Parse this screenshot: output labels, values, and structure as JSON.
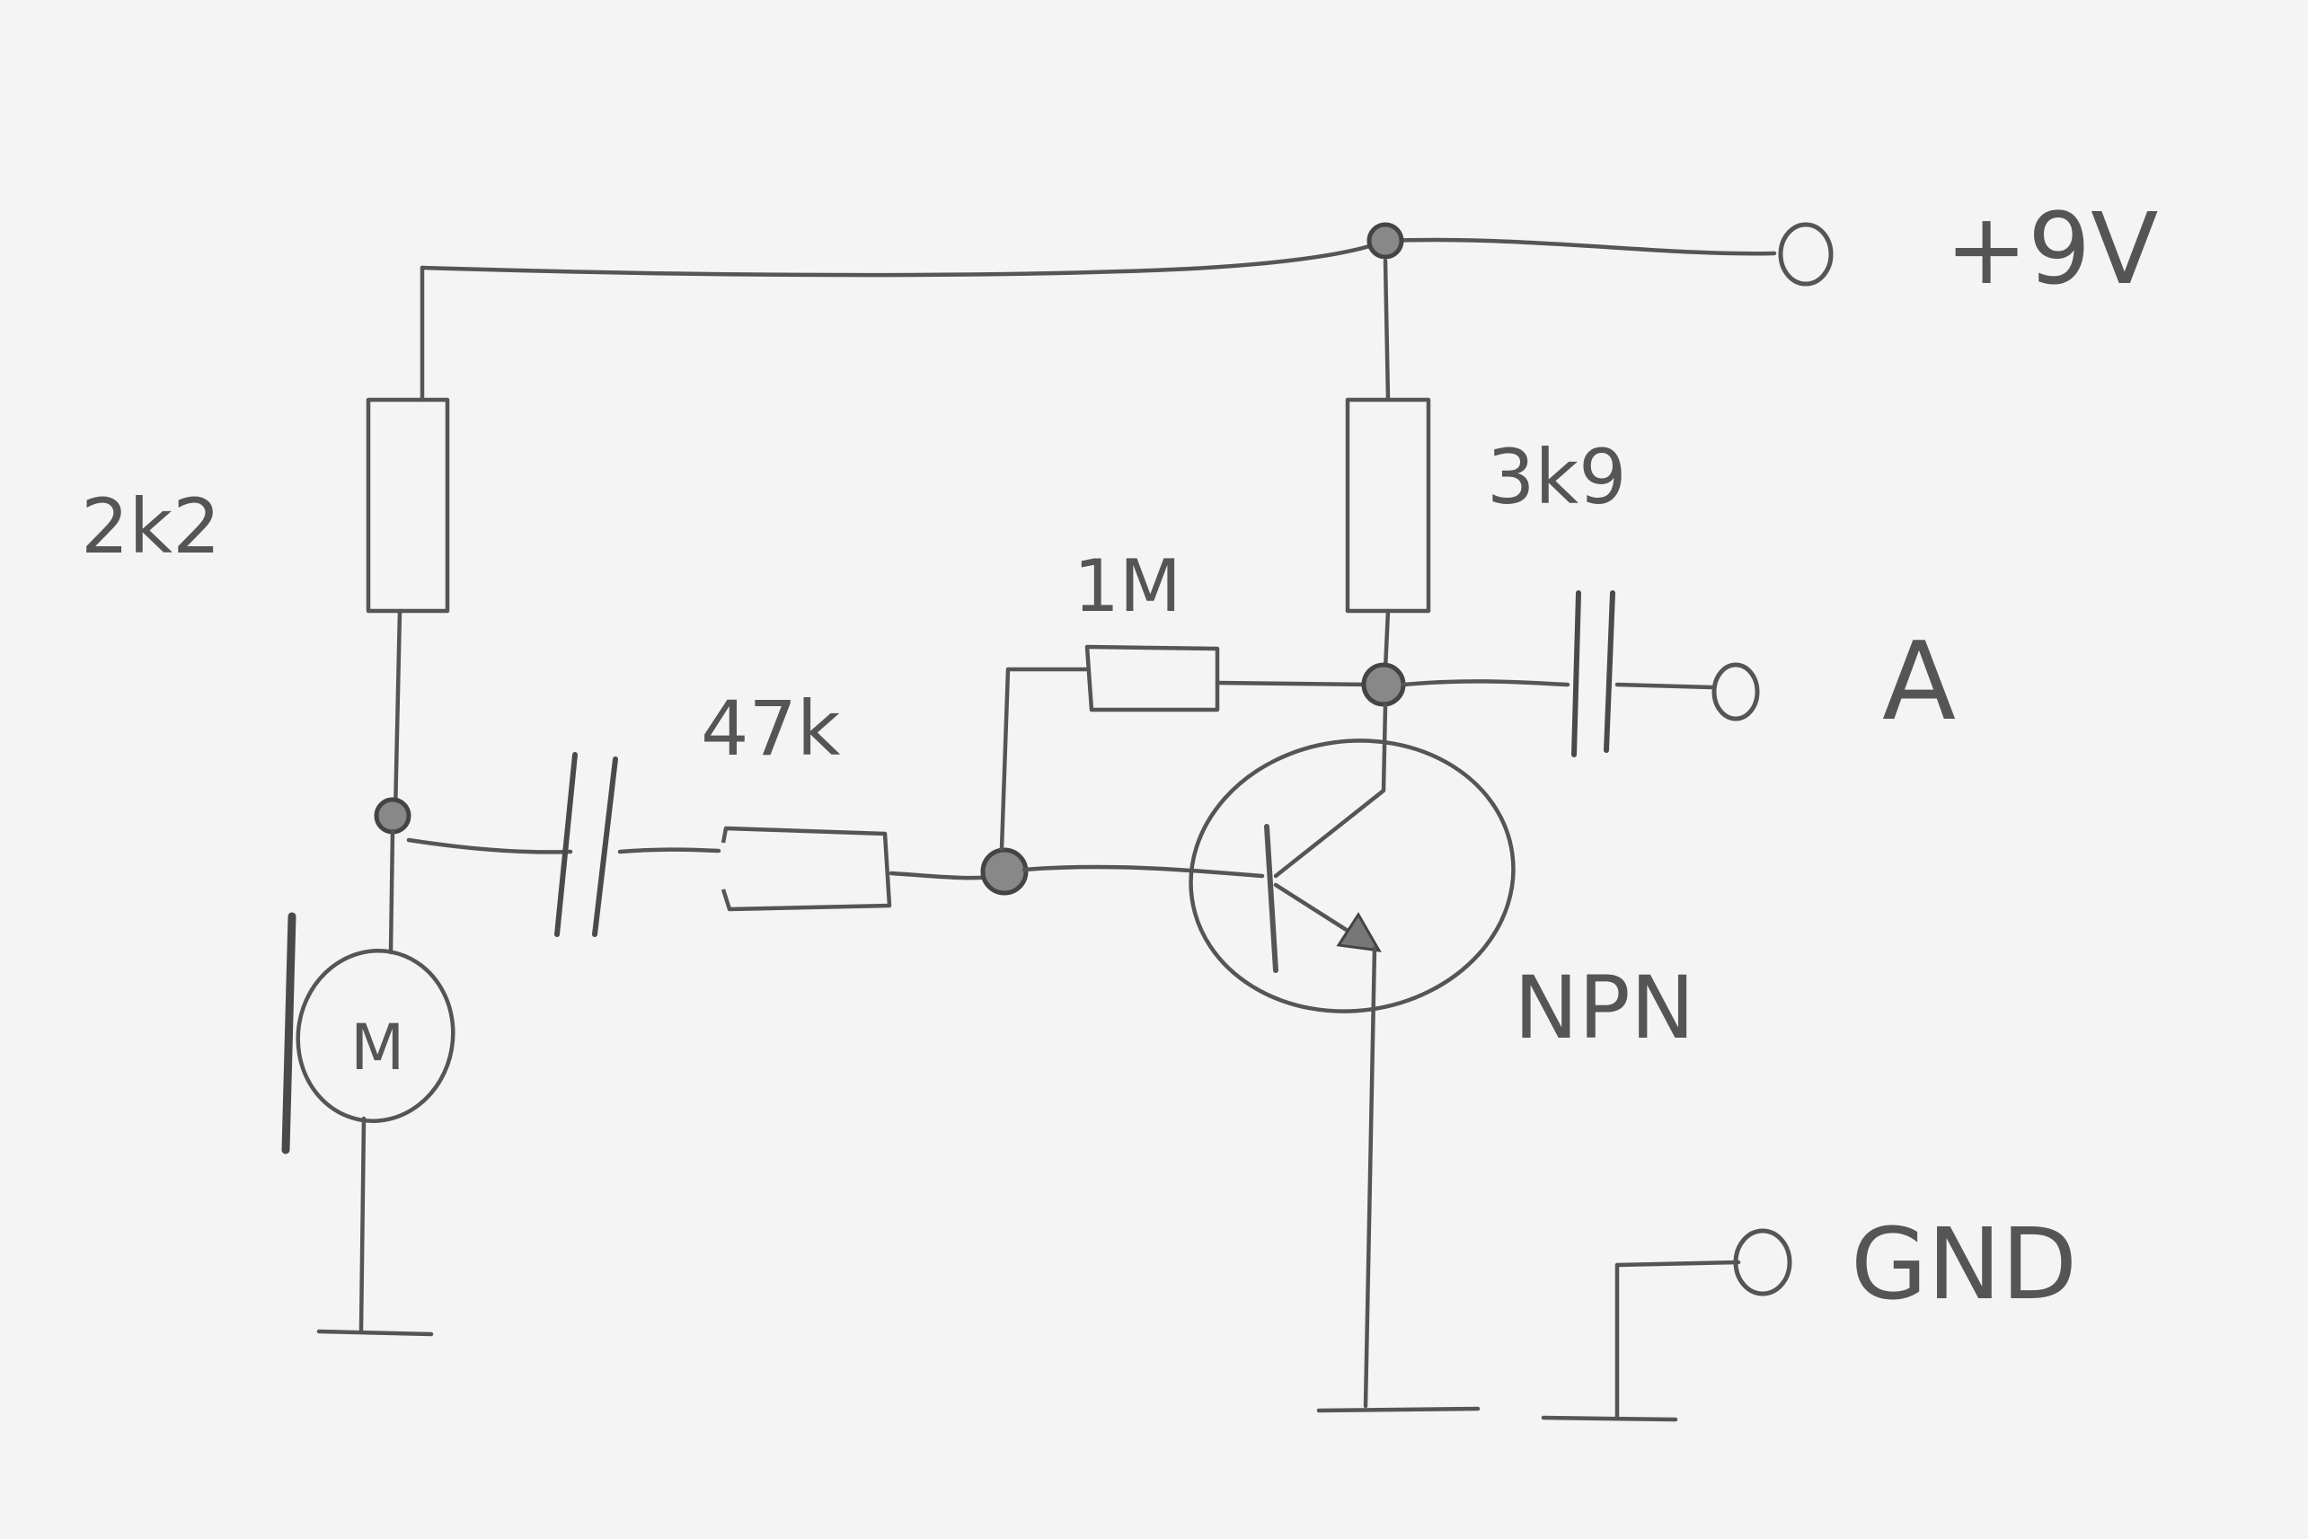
{
  "diagram": {
    "labels": {
      "r1": "2k2",
      "r2": "3k9",
      "r_feedback": "1M",
      "r_input": "47k",
      "supply": "+9V",
      "output": "A",
      "ground": "GND",
      "transistor": "NPN",
      "microphone": "M"
    }
  }
}
